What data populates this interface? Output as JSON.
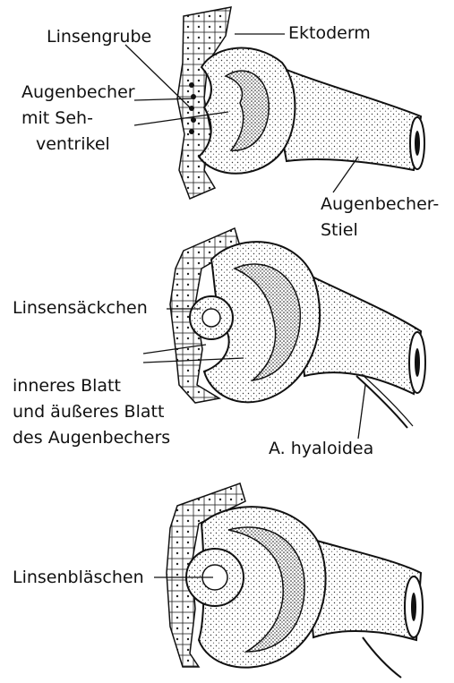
{
  "labels": {
    "linsengrube": "Linsengrube",
    "ektoderm": "Ektoderm",
    "augenbecher_line1": "Augenbecher",
    "augenbecher_line2": "mit Seh-",
    "augenbecher_line3": "ventrikel",
    "stiel_line1": "Augenbecher-",
    "stiel_line2": "Stiel",
    "linsensaeckchen": "Linsensäckchen",
    "blatt_line1": "inneres Blatt",
    "blatt_line2": "und äußeres Blatt",
    "blatt_line3": "des Augenbechers",
    "hyaloidea": "A. hyaloidea",
    "linsenblaeschen": "Linsenbläschen"
  },
  "colors": {
    "ink": "#111111",
    "background": "#ffffff",
    "shade": "#d9d9d9"
  }
}
